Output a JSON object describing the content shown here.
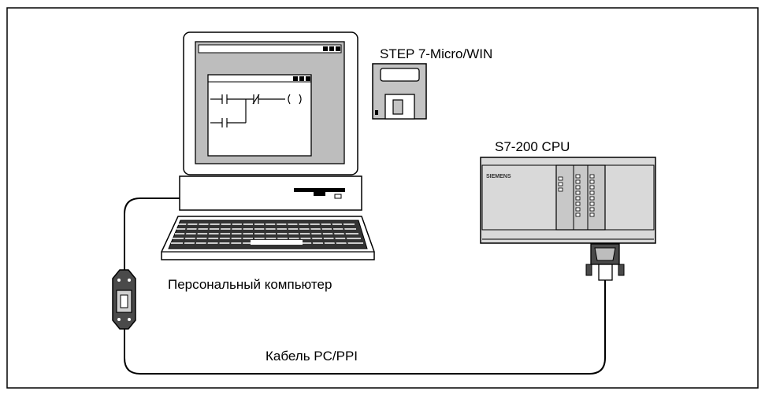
{
  "labels": {
    "software": "STEP 7-Micro/WIN",
    "cpu": "S7-200 CPU",
    "pc": "Персональный компьютер",
    "cable": "Кабель PC/PPI"
  },
  "cpu_brand": "SIEMENS",
  "icons": [
    "frame",
    "computer-monitor-icon",
    "ladder-logic-window",
    "floppy-disk-icon",
    "system-unit",
    "keyboard-icon",
    "plc-cpu-module",
    "db9-connector-icon",
    "pc-ppi-converter-icon",
    "cable"
  ],
  "colors": {
    "frame": "#000000",
    "plc_body": "#d9d9d9",
    "plc_dark": "#b3b3b3",
    "keyboard_key": "#ffffff",
    "screen_bg": "#ffffff",
    "screen_frame": "#c0c0c0"
  }
}
